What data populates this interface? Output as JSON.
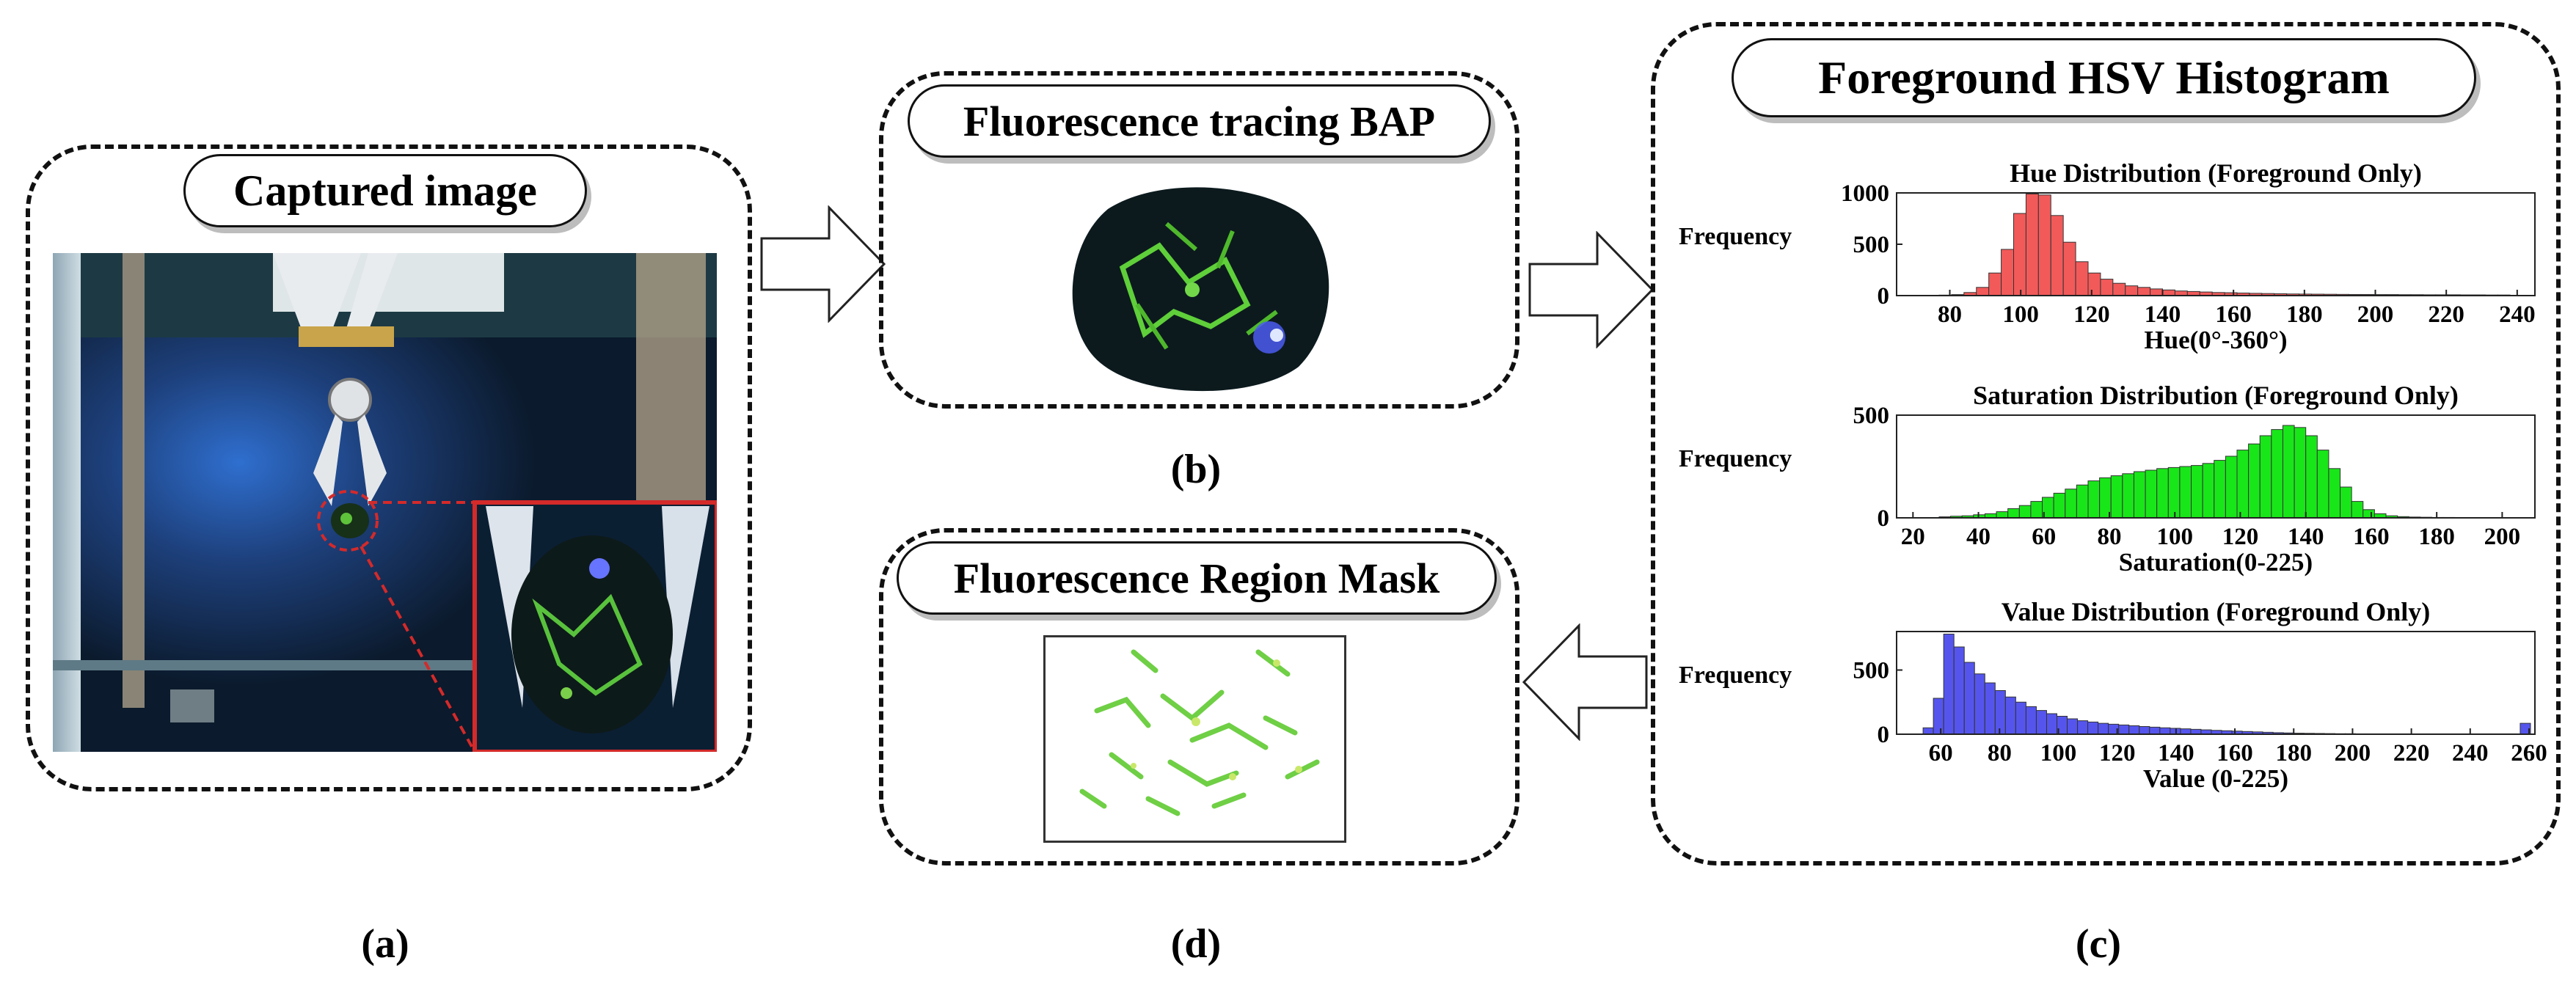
{
  "panels": {
    "a": {
      "title": "Captured image",
      "caption": "(a)"
    },
    "b": {
      "title": "Fluorescence tracing BAP",
      "caption": "(b)"
    },
    "c": {
      "title": "Foreground HSV Histogram",
      "caption": "(c)"
    },
    "d": {
      "title": "Fluorescence Region Mask",
      "caption": "(d)"
    }
  },
  "colors": {
    "hue": "#f25a5a",
    "saturation": "#19e619",
    "value": "#5555ee",
    "inset_border": "#d42a2a"
  },
  "chart_data": [
    {
      "type": "bar",
      "title": "Hue Distribution (Foreground Only)",
      "xlabel": "Hue(0°-360°)",
      "ylabel": "Frequency",
      "xlim": [
        65,
        245
      ],
      "ylim": [
        0,
        1000
      ],
      "xticks": [
        80,
        100,
        120,
        140,
        160,
        180,
        200,
        220,
        240
      ],
      "yticks": [
        0,
        500,
        1000
      ],
      "bin_start": 70,
      "bin_width": 3.5,
      "values": [
        2,
        3,
        5,
        10,
        30,
        80,
        220,
        450,
        800,
        990,
        980,
        780,
        520,
        330,
        220,
        160,
        120,
        95,
        80,
        65,
        55,
        45,
        40,
        35,
        30,
        28,
        25,
        22,
        20,
        18,
        16,
        15,
        14,
        13,
        12,
        11,
        11,
        10,
        10,
        9,
        9,
        8,
        8,
        8,
        7,
        7,
        6,
        6
      ]
    },
    {
      "type": "bar",
      "title": "Saturation Distribution (Foreground Only)",
      "xlabel": "Saturation(0-225)",
      "ylabel": "Frequency",
      "xlim": [
        15,
        210
      ],
      "ylim": [
        0,
        500
      ],
      "xticks": [
        20,
        40,
        60,
        80,
        100,
        120,
        140,
        160,
        180,
        200
      ],
      "yticks": [
        0,
        500
      ],
      "bin_start": 28,
      "bin_width": 3.5,
      "values": [
        5,
        8,
        10,
        15,
        20,
        30,
        45,
        60,
        80,
        100,
        120,
        140,
        160,
        180,
        195,
        205,
        215,
        225,
        232,
        240,
        245,
        250,
        255,
        265,
        280,
        300,
        330,
        360,
        400,
        430,
        450,
        440,
        400,
        330,
        240,
        150,
        80,
        40,
        20,
        10,
        6,
        4,
        3,
        2,
        2
      ]
    },
    {
      "type": "bar",
      "title": "Value Distribution (Foreground Only)",
      "xlabel": "Value (0-225)",
      "ylabel": "Frequency",
      "xlim": [
        45,
        262
      ],
      "ylim": [
        0,
        800
      ],
      "xticks": [
        60,
        80,
        100,
        120,
        140,
        160,
        180,
        200,
        220,
        240,
        260
      ],
      "yticks": [
        0,
        500
      ],
      "bin_start": 54,
      "bin_width": 3.5,
      "values": [
        50,
        280,
        780,
        680,
        560,
        470,
        400,
        340,
        290,
        250,
        215,
        185,
        160,
        140,
        120,
        105,
        95,
        85,
        78,
        72,
        66,
        60,
        55,
        50,
        46,
        42,
        38,
        34,
        30,
        27,
        24,
        21,
        18,
        15,
        12,
        10,
        8,
        7,
        6,
        5,
        4,
        4,
        3,
        3,
        3,
        3,
        3,
        3,
        3,
        3,
        3,
        3,
        3,
        3,
        3,
        3,
        3,
        3,
        85
      ]
    }
  ]
}
